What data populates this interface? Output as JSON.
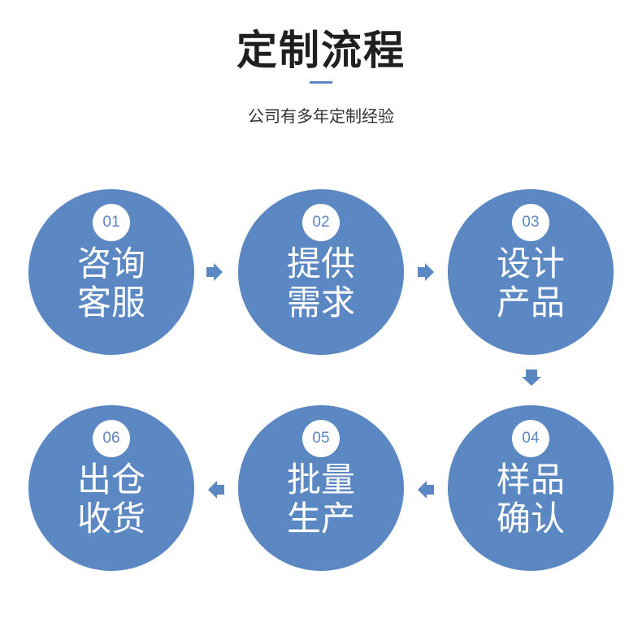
{
  "header": {
    "title": "定制流程",
    "subtitle": "公司有多年定制经验"
  },
  "colors": {
    "circle": "#5b87c2",
    "accent_line": "#5a87c1",
    "title_text": "#1f1f1f"
  },
  "steps": [
    {
      "number": "01",
      "line1": "咨询",
      "line2": "客服"
    },
    {
      "number": "02",
      "line1": "提供",
      "line2": "需求"
    },
    {
      "number": "03",
      "line1": "设计",
      "line2": "产品"
    },
    {
      "number": "04",
      "line1": "样品",
      "line2": "确认"
    },
    {
      "number": "05",
      "line1": "批量",
      "line2": "生产"
    },
    {
      "number": "06",
      "line1": "出仓",
      "line2": "收货"
    }
  ],
  "arrows": [
    {
      "icon": "arrow-right-icon",
      "from": "01",
      "to": "02"
    },
    {
      "icon": "arrow-right-icon",
      "from": "02",
      "to": "03"
    },
    {
      "icon": "arrow-down-icon",
      "from": "03",
      "to": "04"
    },
    {
      "icon": "arrow-left-icon",
      "from": "04",
      "to": "05"
    },
    {
      "icon": "arrow-left-icon",
      "from": "05",
      "to": "06"
    }
  ]
}
